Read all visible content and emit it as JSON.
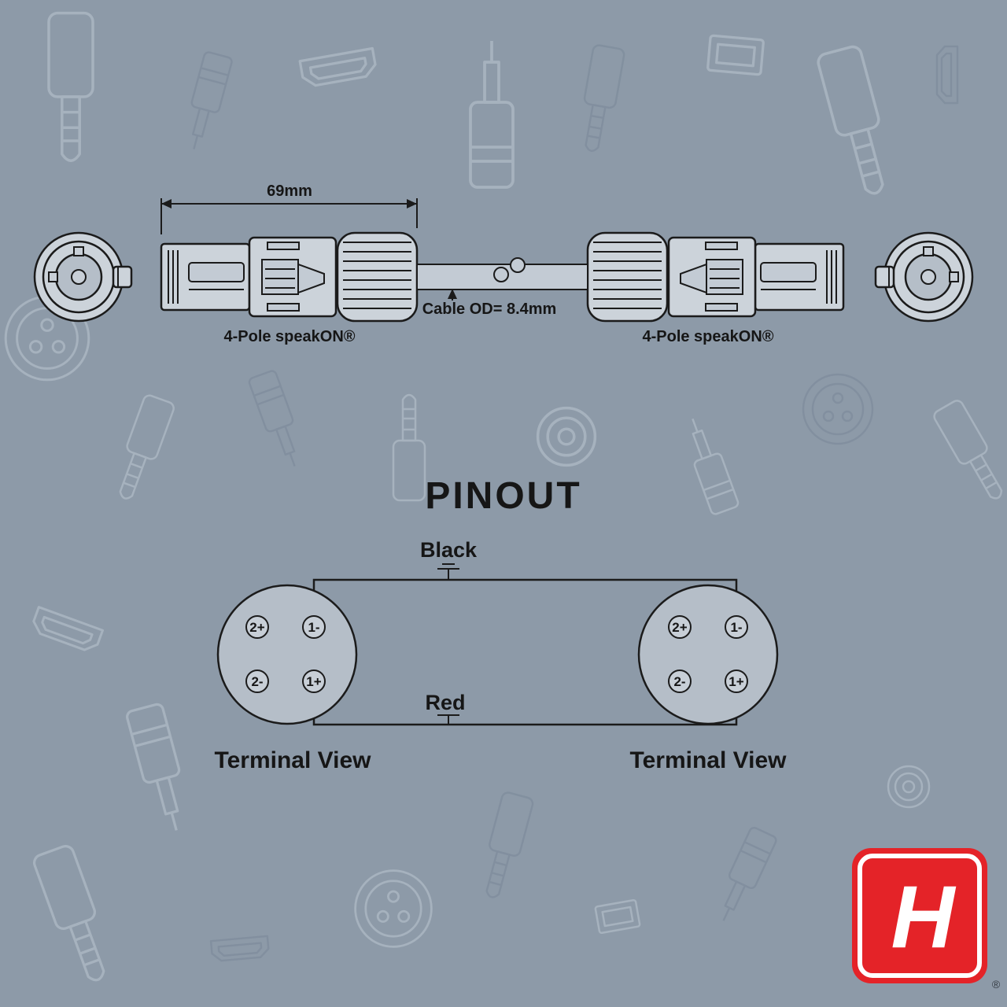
{
  "colors": {
    "background": "#8d9aa8",
    "line": "#1b1b1b",
    "connector_fill": "#ccd3da",
    "terminal_fill": "#b5bec8",
    "logo_red": "#e42328"
  },
  "top_diagram": {
    "dimension_label": "69mm",
    "cable_od_label": "Cable OD= 8.4mm",
    "left_connector_label": "4-Pole speakON®",
    "right_connector_label": "4-Pole speakON®"
  },
  "pinout": {
    "title": "PINOUT",
    "black_wire_label": "Black",
    "red_wire_label": "Red",
    "left_terminal": {
      "label": "Terminal View",
      "pins": [
        "2+",
        "1-",
        "2-",
        "1+"
      ]
    },
    "right_terminal": {
      "label": "Terminal View",
      "pins": [
        "2+",
        "1-",
        "2-",
        "1+"
      ]
    }
  },
  "logo": {
    "letter": "H",
    "registered": "®"
  }
}
